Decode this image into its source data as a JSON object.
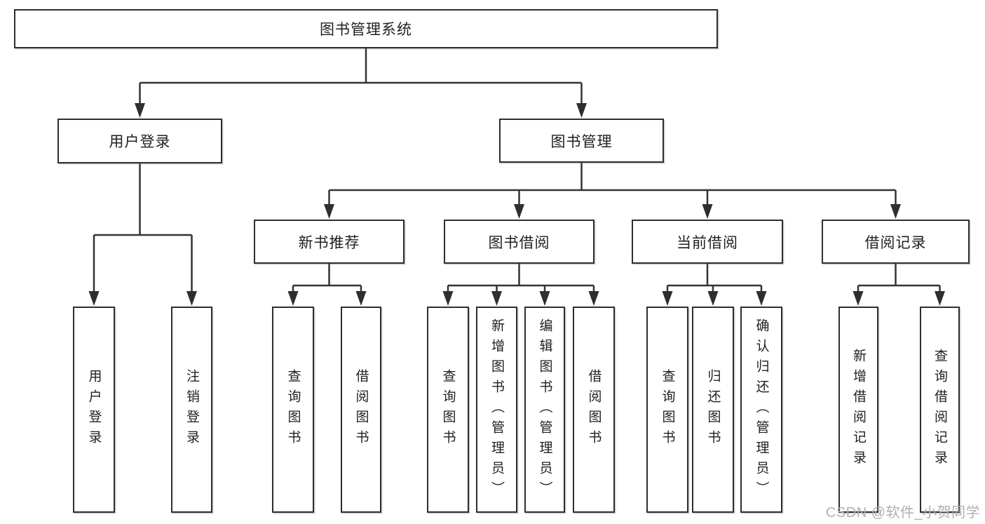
{
  "canvas": {
    "background_color": "#ffffff",
    "line_color": "#333333",
    "box_border_color": "#2e2e2e",
    "text_color": "#1f1f1f"
  },
  "watermark": {
    "text": "CSDN @软件_小贺同学",
    "color": "#b0b0b0"
  },
  "nodes": {
    "root": "图书管理系统",
    "user_login": "用户登录",
    "book_mgmt": "图书管理",
    "new_book_rec": "新书推荐",
    "book_borrow": "图书借阅",
    "current_borrow": "当前借阅",
    "borrow_records": "借阅记录",
    "leaf_user_login": "用户登录",
    "leaf_logout": "注销登录",
    "leaf_query_book_rec": "查询图书",
    "leaf_borrow_book_rec": "借阅图书",
    "leaf_query_book_borrow": "查询图书",
    "leaf_add_book_admin": "新增图书（管理员）",
    "leaf_edit_book_admin": "编辑图书（管理员）",
    "leaf_borrow_book_borrow": "借阅图书",
    "leaf_query_book_current": "查询图书",
    "leaf_return_book": "归还图书",
    "leaf_confirm_return_admin": "确认归还（管理员）",
    "leaf_add_borrow_record": "新增借阅记录",
    "leaf_query_borrow_record": "查询借阅记录"
  },
  "tree": {
    "图书管理系统": {
      "用户登录": [
        "用户登录",
        "注销登录"
      ],
      "图书管理": {
        "新书推荐": [
          "查询图书",
          "借阅图书"
        ],
        "图书借阅": [
          "查询图书",
          "新增图书（管理员）",
          "编辑图书（管理员）",
          "借阅图书"
        ],
        "当前借阅": [
          "查询图书",
          "归还图书",
          "确认归还（管理员）"
        ],
        "借阅记录": [
          "新增借阅记录",
          "查询借阅记录"
        ]
      }
    }
  }
}
